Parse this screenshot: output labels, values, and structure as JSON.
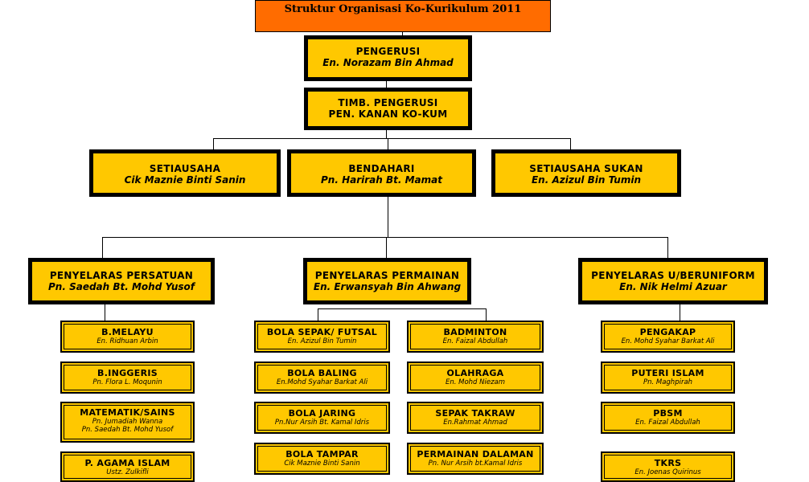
{
  "title": "Struktur Organisasi Ko-Kurikulum 2011",
  "pengerusi": {
    "title": "PENGERUSI",
    "name": "En. Norazam Bin Ahmad"
  },
  "timb": {
    "title": "TIMB. PENGERUSI",
    "name": "PEN. KANAN KO-KUM"
  },
  "setiausaha": {
    "title": "SETIAUSAHA",
    "name": "Cik Maznie Binti Sanin"
  },
  "bendahari": {
    "title": "BENDAHARI",
    "name": "Pn. Harirah Bt. Mamat"
  },
  "setiausaha_sukan": {
    "title": "SETIAUSAHA SUKAN",
    "name": "En. Azizul Bin Tumin"
  },
  "persatuan": {
    "title": "PENYELARAS PERSATUAN",
    "name": "Pn. Saedah Bt. Mohd Yusof"
  },
  "permainan": {
    "title": "PENYELARAS PERMAINAN",
    "name": "En. Erwansyah Bin Ahwang"
  },
  "beruniform": {
    "title": "PENYELARAS U/BERUNIFORM",
    "name": "En. Nik Helmi Azuar"
  },
  "units": {
    "melayu": {
      "title": "B.MELAYU",
      "name": "En. Ridhuan Arbin"
    },
    "inggeris": {
      "title": "B.INGGERIS",
      "name": "Pn. Flora L. Moqunin"
    },
    "matsains": {
      "title": "MATEMATIK/SAINS",
      "name1": "Pn. Jumadiah Wanna",
      "name2": "Pn. Saedah Bt. Mohd Yusof"
    },
    "agama": {
      "title": "P. AGAMA ISLAM",
      "name": "Ustz. Zulkifli"
    },
    "futsal": {
      "title": "BOLA SEPAK/ FUTSAL",
      "name": "En. Azizul Bin Tumin"
    },
    "baling": {
      "title": "BOLA BALING",
      "name": "En.Mohd Syahar Barkat Ali"
    },
    "jaring": {
      "title": "BOLA JARING",
      "name": "Pn.Nur Arsih Bt. Kamal Idris"
    },
    "tampar": {
      "title": "BOLA TAMPAR",
      "name": "Cik Maznie Binti Sanin"
    },
    "badminton": {
      "title": "BADMINTON",
      "name": "En. Faizal Abdullah"
    },
    "olahraga": {
      "title": "OLAHRAGA",
      "name": "En. Mohd Niezam"
    },
    "takraw": {
      "title": "SEPAK TAKRAW",
      "name": "En.Rahmat Ahmad"
    },
    "dalaman": {
      "title": "PERMAINAN DALAMAN",
      "name": "Pn. Nur Arsih bt.Kamal Idris"
    },
    "pengakap": {
      "title": "PENGAKAP",
      "name": "En. Mohd Syahar Barkat Ali"
    },
    "puteri": {
      "title": "PUTERI ISLAM",
      "name": "Pn. Maghpirah"
    },
    "pbsm": {
      "title": "PBSM",
      "name": "En. Faizal Abdullah"
    },
    "tkrs": {
      "title": "TKRS",
      "name": "En. Joenas Quirinus"
    }
  }
}
